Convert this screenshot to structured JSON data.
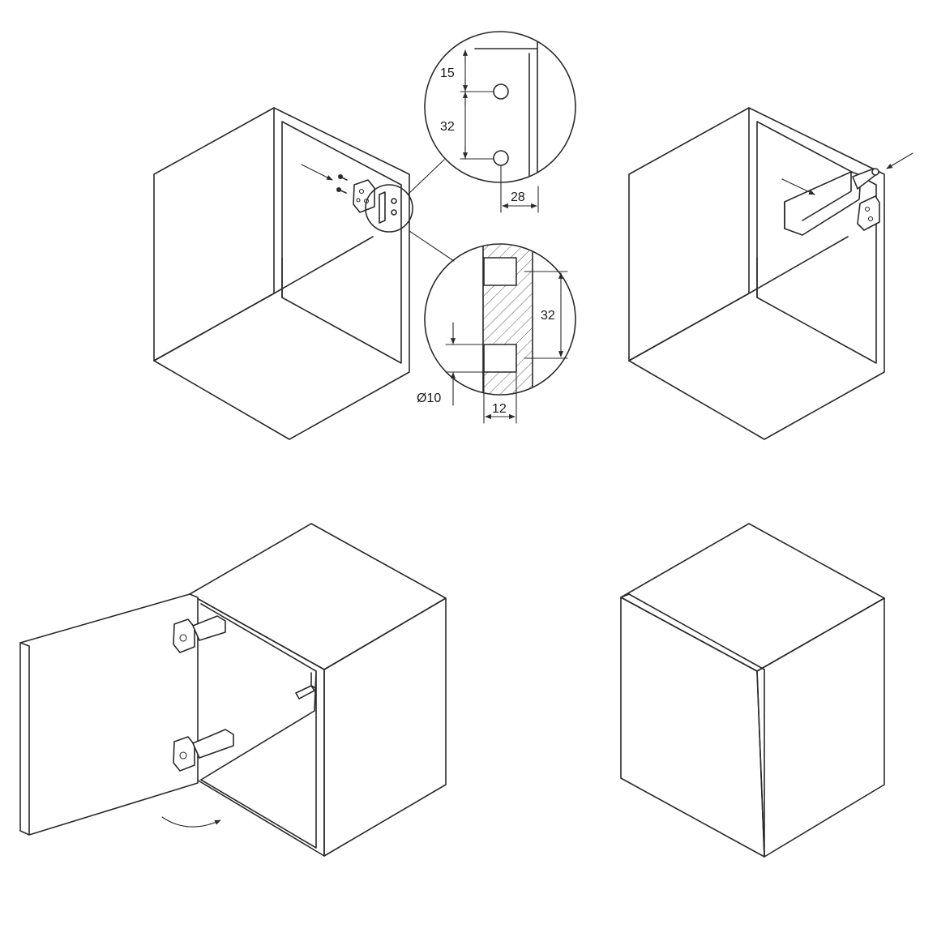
{
  "dimensions": {
    "hole_edge_offset": "15",
    "hole_spacing": "32",
    "hole_inset": "28",
    "section_spacing": "32",
    "hole_diameter": "Ø10",
    "hole_depth": "12"
  },
  "colors": {
    "line": "#2a2a2a",
    "background": "#ffffff",
    "hatch": "#555555"
  }
}
